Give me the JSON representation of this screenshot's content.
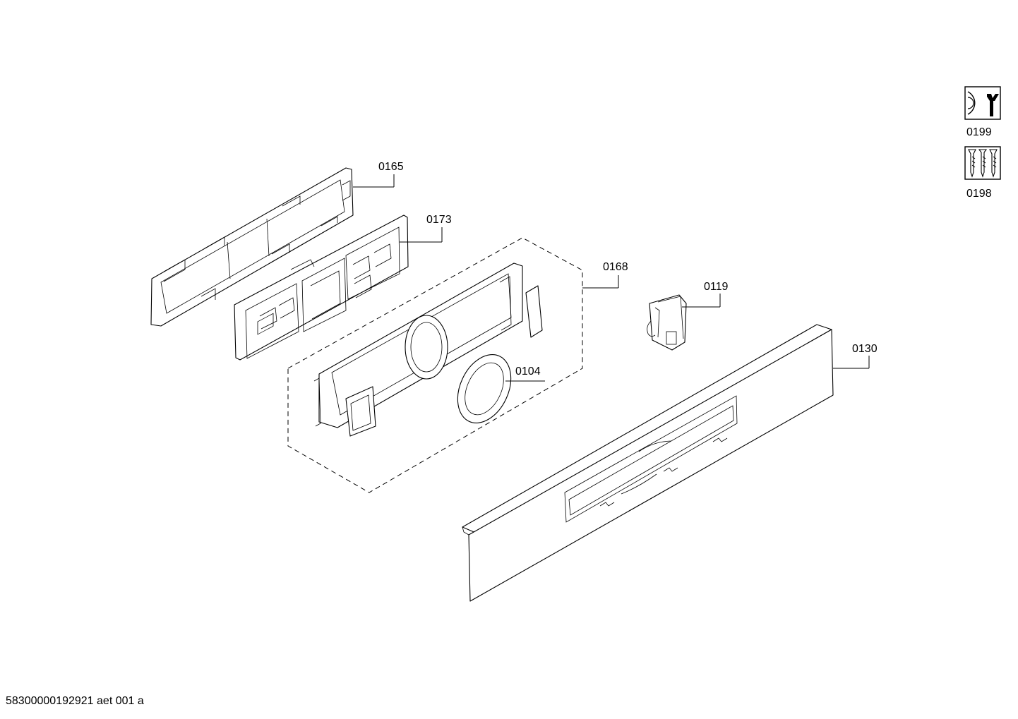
{
  "labels": {
    "p0165": "0165",
    "p0173": "0173",
    "p0168": "0168",
    "p0119": "0119",
    "p0104": "0104",
    "p0130": "0130",
    "p0199": "0199",
    "p0198": "0198"
  },
  "icons": {
    "p0199": "tool-wrench-icon",
    "p0198": "screws-icon"
  },
  "footer": "58300000192921 aet 001 a"
}
